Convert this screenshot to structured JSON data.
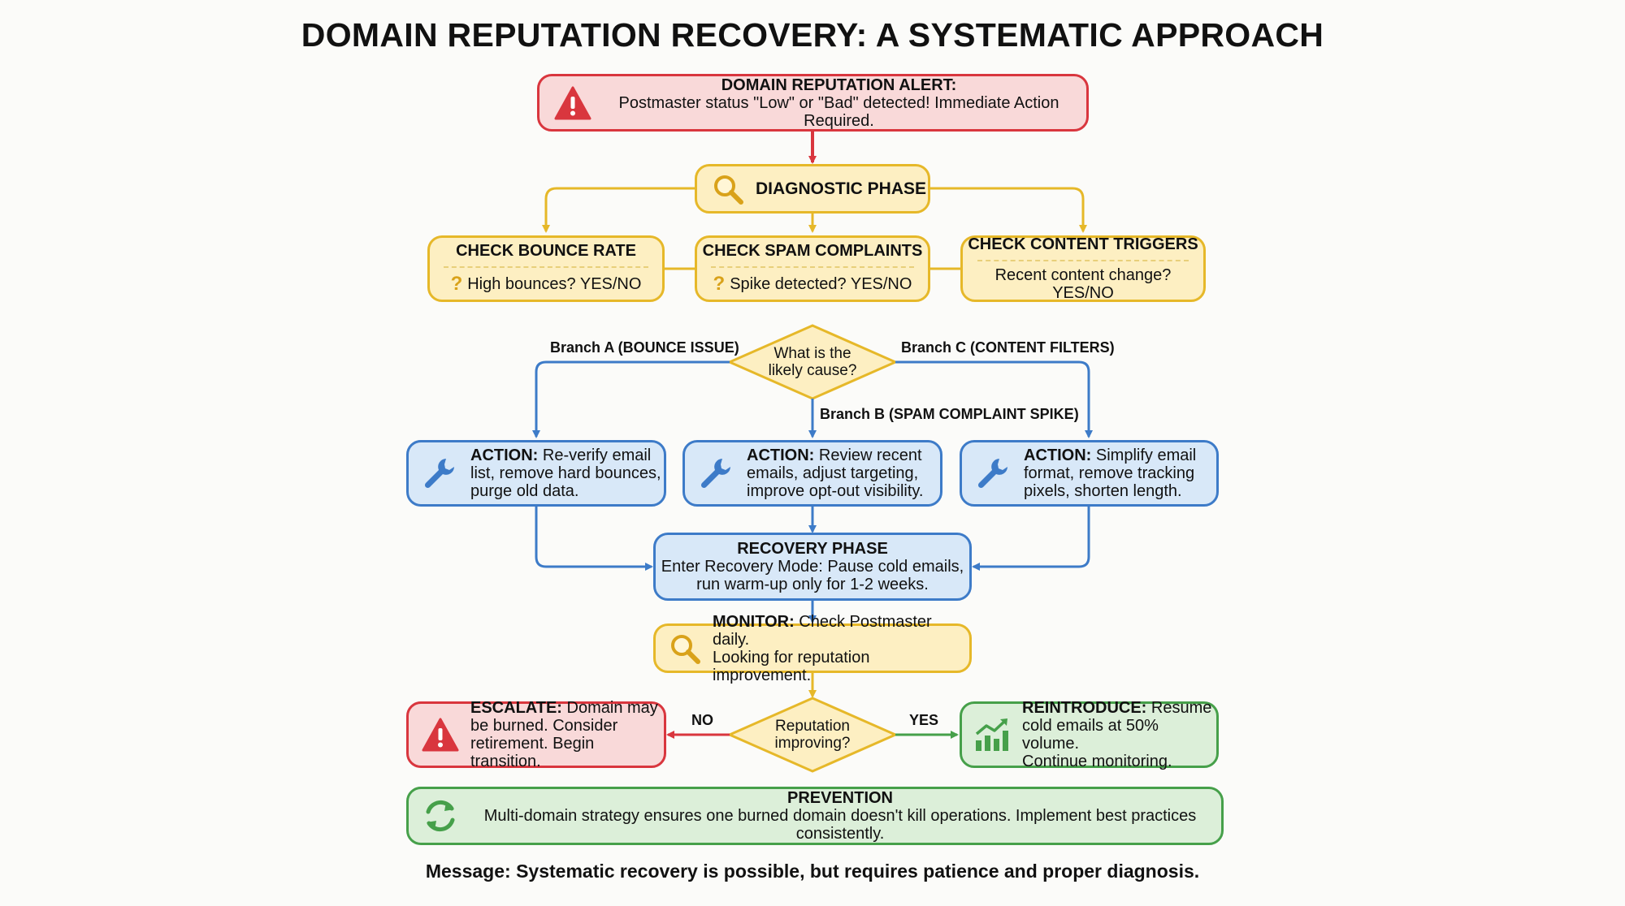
{
  "title": "DOMAIN REPUTATION RECOVERY: A SYSTEMATIC APPROACH",
  "alert": {
    "heading": "DOMAIN REPUTATION ALERT:",
    "text": "Postmaster status \"Low\" or \"Bad\" detected! Immediate Action Required.",
    "icon": "warning-icon"
  },
  "diagnostic": {
    "label": "DIAGNOSTIC PHASE",
    "icon": "magnifier-icon"
  },
  "checks": [
    {
      "title": "CHECK BOUNCE RATE",
      "question": "High bounces? YES/NO"
    },
    {
      "title": "CHECK SPAM COMPLAINTS",
      "question": "Spike detected? YES/NO"
    },
    {
      "title": "CHECK CONTENT TRIGGERS",
      "question": "Recent content change? YES/NO"
    }
  ],
  "cause_decision": {
    "line1": "What is the",
    "line2": "likely cause?"
  },
  "branches": {
    "a": "Branch A (BOUNCE ISSUE)",
    "b": "Branch B (SPAM COMPLAINT SPIKE)",
    "c": "Branch C (CONTENT FILTERS)"
  },
  "actions": [
    {
      "lead": "ACTION:",
      "lines": [
        "Re-verify email",
        "list, remove hard bounces,",
        "purge old data."
      ]
    },
    {
      "lead": "ACTION:",
      "lines": [
        "Review recent",
        "emails, adjust targeting,",
        "improve opt-out visibility."
      ]
    },
    {
      "lead": "ACTION:",
      "lines": [
        "Simplify email",
        "format, remove tracking",
        "pixels, shorten length."
      ]
    }
  ],
  "recovery": {
    "heading": "RECOVERY PHASE",
    "line1": "Enter Recovery Mode: Pause cold emails,",
    "line2": "run warm-up only for 1-2 weeks."
  },
  "monitor": {
    "lead": "MONITOR:",
    "line1": "Check Postmaster daily.",
    "line2": "Looking for reputation improvement."
  },
  "improve_decision": {
    "line1": "Reputation",
    "line2": "improving?",
    "no": "NO",
    "yes": "YES"
  },
  "escalate": {
    "lead": "ESCALATE:",
    "line1": "Domain may",
    "line2": "be burned. Consider",
    "line3": "retirement. Begin transition."
  },
  "reintroduce": {
    "lead": "REINTRODUCE:",
    "line1": "Resume",
    "line2": "cold emails at 50% volume.",
    "line3": "Continue monitoring."
  },
  "prevention": {
    "heading": "PREVENTION",
    "text": "Multi-domain strategy ensures one burned domain doesn't kill operations. Implement best practices consistently."
  },
  "footer": "Message: Systematic recovery is possible, but requires patience and proper diagnosis.",
  "colors": {
    "red": "#d9363e",
    "yellow": "#e6b829",
    "blue": "#3d7bc8",
    "green": "#46a04a"
  }
}
